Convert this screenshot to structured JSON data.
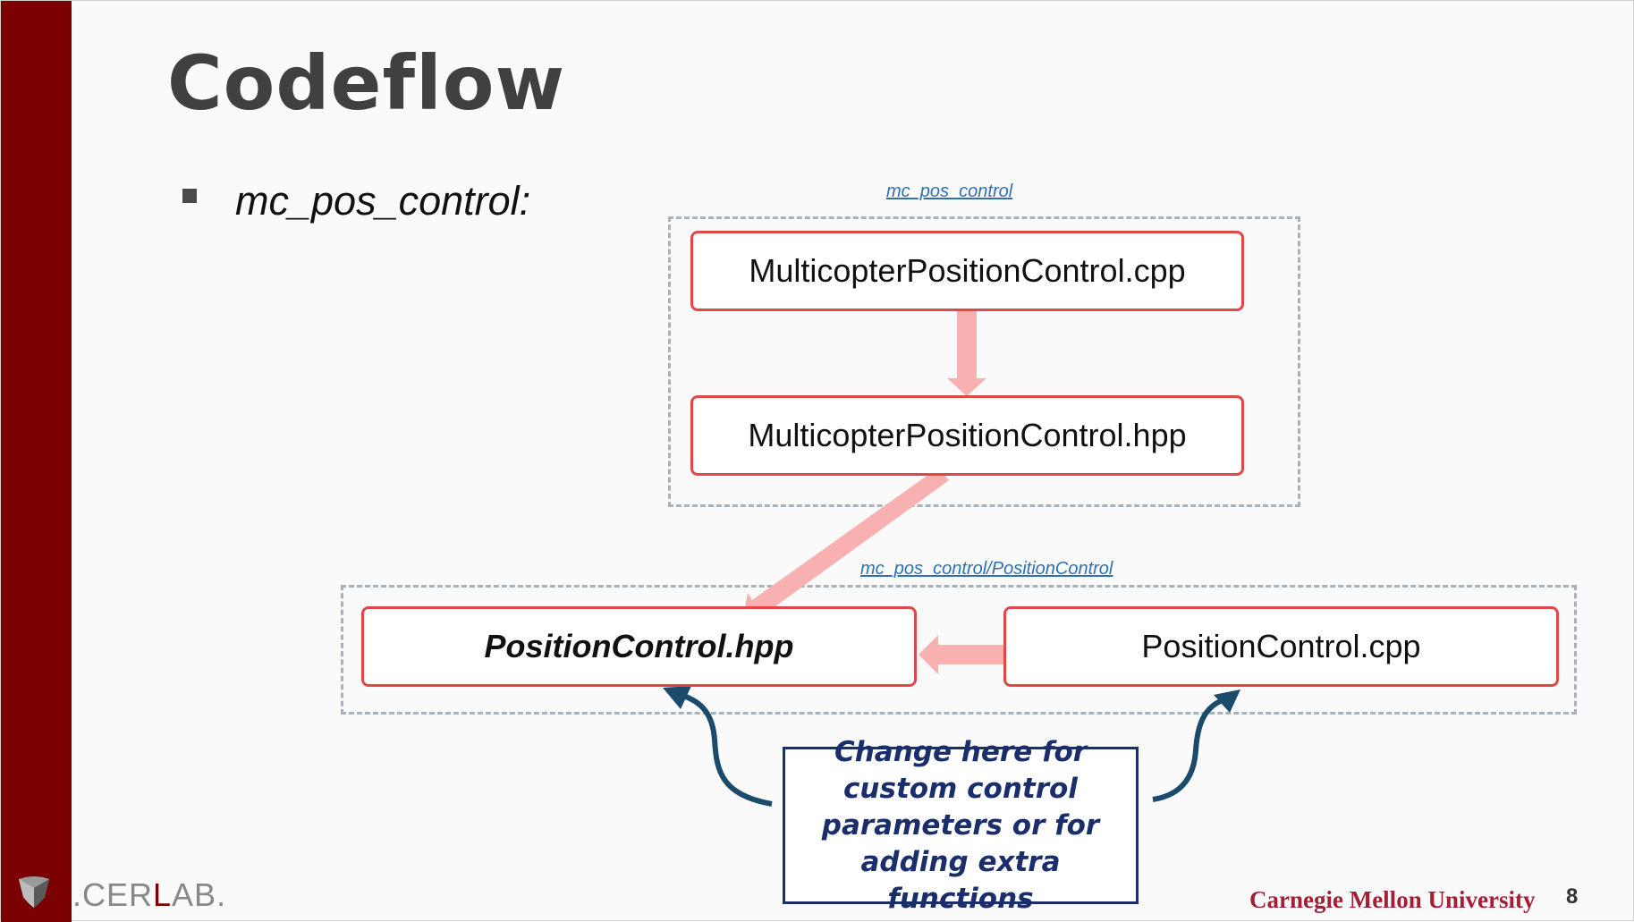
{
  "slide": {
    "title": "Codeflow",
    "bullet": "mc_pos_control:"
  },
  "diagram": {
    "groups": [
      {
        "label": "mc_pos_control"
      },
      {
        "label": "mc_pos_control/PositionControl"
      }
    ],
    "files": {
      "mpc_cpp": "MulticopterPositionControl.cpp",
      "mpc_hpp": "MulticopterPositionControl.hpp",
      "pc_hpp": "PositionControl.hpp",
      "pc_cpp": "PositionControl.cpp"
    },
    "note": "Change here for custom control parameters or for adding extra functions",
    "colors": {
      "box_border": "#e04848",
      "arrow_fill": "#f8b0b0",
      "group_border": "#a6b2bc",
      "note_border": "#1a2e6b",
      "curved_arrow": "#1b4a6b"
    }
  },
  "footer": {
    "logo_prefix": ".CER",
    "logo_mid": "L",
    "logo_suffix": "AB.",
    "university": "Carnegie Mellon University",
    "page_number": "8"
  },
  "theme": {
    "side_bar_color": "#7b0000"
  }
}
